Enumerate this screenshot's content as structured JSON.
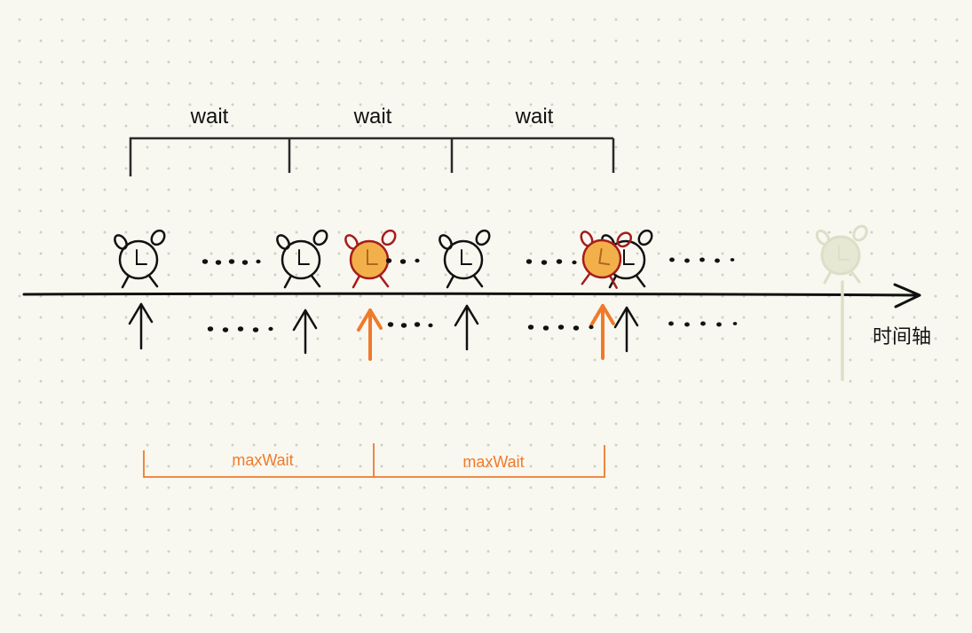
{
  "colors": {
    "ink": "#111111",
    "accent": "#f07a2a",
    "alarm_fill": "#f2b04a",
    "alarm_stroke": "#a51c1c",
    "ghost": "#dcdfc8"
  },
  "wait_labels": [
    "wait",
    "wait",
    "wait"
  ],
  "maxwait_labels": [
    "maxWait",
    "maxWait"
  ],
  "axis_label": "时间轴",
  "icons": {
    "clock": "alarm-clock-icon",
    "arrow": "up-arrow-icon",
    "dots": "ellipsis-dots"
  }
}
